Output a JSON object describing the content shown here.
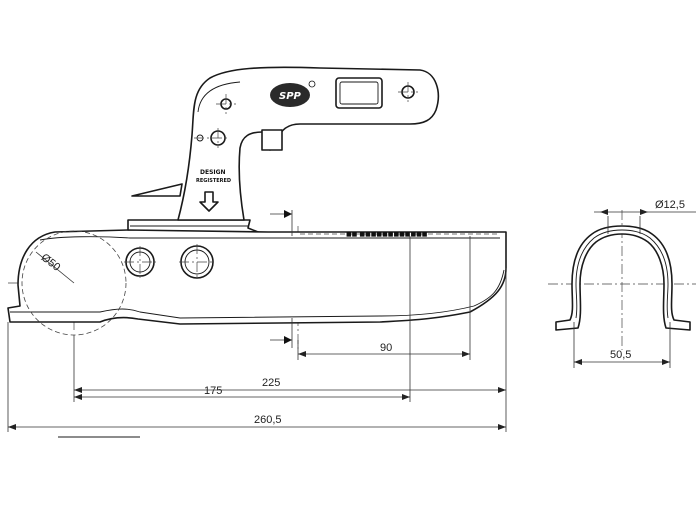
{
  "dimensions": {
    "diameter_ball": "Ø50",
    "length_175": "175",
    "length_225": "225",
    "length_total": "260,5",
    "length_90": "90",
    "diameter_bolt": "Ø12,5",
    "width_section": "50,5"
  },
  "handle": {
    "logo_text": "SPP",
    "design_label": "DESIGN",
    "design_sublabel": "REGISTERED"
  },
  "body": {
    "marking_text": "■■ ■■■■■■■■■■■■"
  },
  "colors": {
    "line": "#1a1a1a",
    "fill": "#ffffff",
    "handle_dark": "#2a2a2a"
  }
}
